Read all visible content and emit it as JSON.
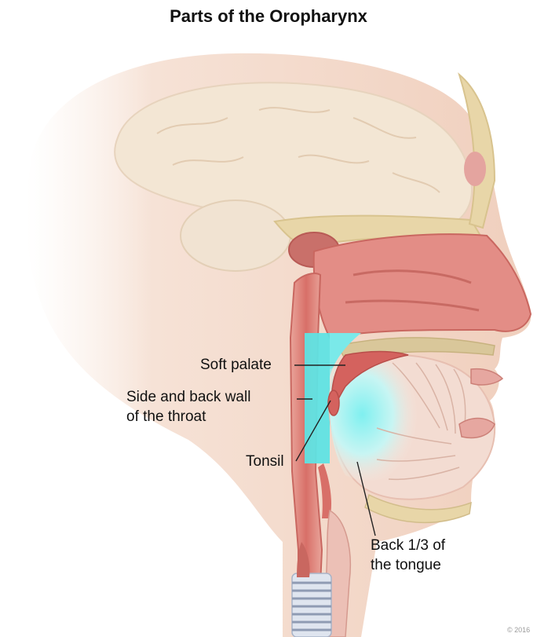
{
  "title": "Parts of the Oropharynx",
  "labels": {
    "soft_palate": "Soft palate",
    "side_back_wall_line1": "Side and back wall",
    "side_back_wall_line2": "of the throat",
    "tonsil": "Tonsil",
    "back_tongue_line1": "Back 1/3 of",
    "back_tongue_line2": "the tongue"
  },
  "copyright": "© 2016",
  "colors": {
    "skin": "#f1d2c0",
    "brain": "#f3e6d4",
    "airway": "#e8908a",
    "palate": "#d4625e",
    "oropharynx_highlight": "#5fe3e3",
    "tongue_highlight": "#8ef0f0",
    "trachea_ring": "#b8c2d6"
  }
}
